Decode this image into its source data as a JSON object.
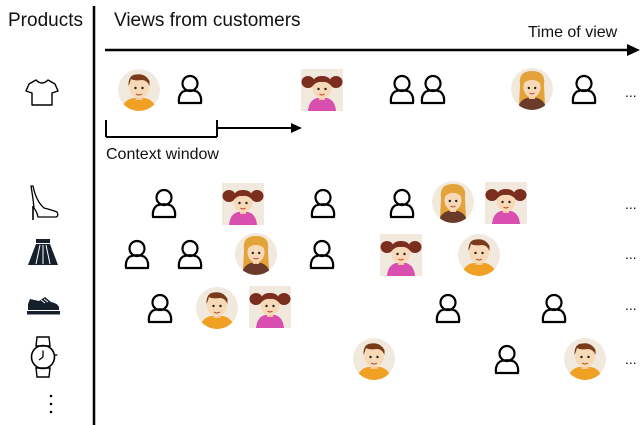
{
  "header": {
    "products_title": "Products",
    "views_title": "Views from customers",
    "time_axis_label": "Time of view"
  },
  "annotation": {
    "context_window_label": "Context window"
  },
  "ellipsis": "...",
  "products": [
    {
      "icon": "tshirt-icon"
    },
    {
      "icon": "high-heel-shoe-icon"
    },
    {
      "icon": "skirt-icon"
    },
    {
      "icon": "sneaker-icon"
    },
    {
      "icon": "wristwatch-icon"
    },
    {
      "icon": "vertical-ellipsis-icon"
    }
  ],
  "rows": [
    [
      "man-avatar",
      "person-outline-icon",
      "girl-pigtails-avatar",
      "person-outline-icon",
      "person-outline-icon",
      "blonde-woman-avatar",
      "person-outline-icon"
    ],
    [
      "person-outline-icon",
      "girl-pigtails-avatar",
      "person-outline-icon",
      "person-outline-icon",
      "blonde-woman-avatar",
      "girl-pigtails-avatar"
    ],
    [
      "person-outline-icon",
      "person-outline-icon",
      "blonde-woman-avatar",
      "person-outline-icon",
      "girl-pigtails-avatar",
      "man-avatar"
    ],
    [
      "person-outline-icon",
      "man-avatar",
      "girl-pigtails-avatar",
      "person-outline-icon",
      "person-outline-icon"
    ],
    [
      "man-avatar",
      "person-outline-icon",
      "man-avatar"
    ]
  ],
  "colors": {
    "ink": "#000000",
    "skin": "#f8d9b7",
    "man_shirt": "#f0a023",
    "girl_shirt": "#d94fb0",
    "woman_hair": "#e4a23a",
    "photo_bg": "#f2e9de"
  }
}
